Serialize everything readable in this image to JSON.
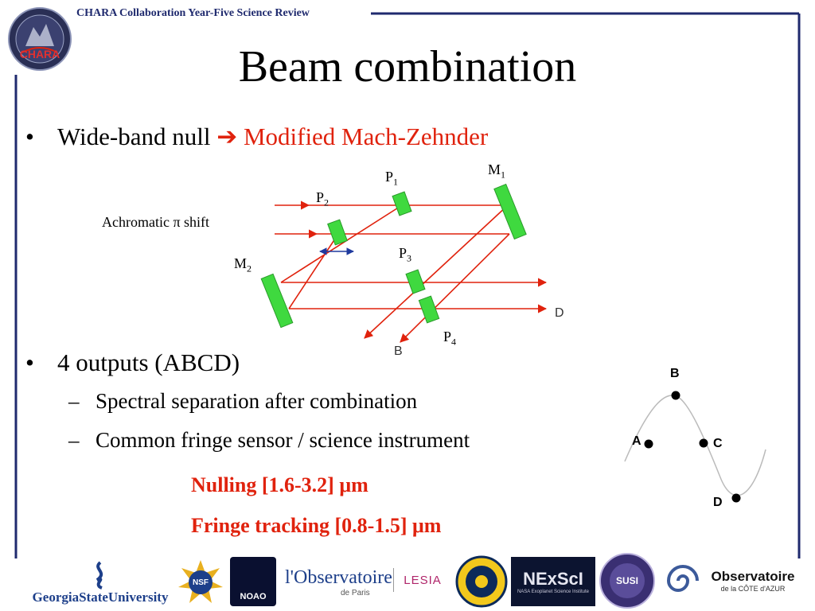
{
  "header": {
    "text": "CHARA Collaboration Year-Five Science Review",
    "logo_text": "CHARA"
  },
  "title": "Beam combination",
  "bullets": [
    {
      "text": "Wide-band null",
      "arrow": "➔",
      "highlight": "Modified Mach-Zehnder"
    },
    {
      "text": "4 outputs (ABCD)"
    }
  ],
  "subbullets": [
    "Spectral separation after combination",
    "Common fringe sensor / science instrument"
  ],
  "notes": {
    "nulling": "Nulling [1.6-3.2] μm",
    "fringe": "Fringe tracking [0.8-1.5] μm"
  },
  "diagram": {
    "achromatic": "Achromatic π shift",
    "labels": {
      "P1": {
        "main": "P",
        "sub": "1"
      },
      "P2": {
        "main": "P",
        "sub": "2"
      },
      "P3": {
        "main": "P",
        "sub": "3"
      },
      "P4": {
        "main": "P",
        "sub": "4"
      },
      "M1": {
        "main": "M",
        "sub": "1"
      },
      "M2": {
        "main": "M",
        "sub": "2"
      }
    },
    "outputs": {
      "B": "B",
      "D": "D"
    },
    "colors": {
      "beam": "#e0220d",
      "optic": "#3fd93f",
      "arrow": "#1f3a9e"
    }
  },
  "abcd": {
    "A": "A",
    "B": "B",
    "C": "C",
    "D": "D"
  },
  "footer": {
    "logos": [
      {
        "name": "georgia-state",
        "text": "GeorgiaStateUniversity"
      },
      {
        "name": "nsf",
        "text": "NSF"
      },
      {
        "name": "noao",
        "text": "NOAO"
      },
      {
        "name": "observatoire-paris",
        "text": "l'Observatoire",
        "sub": "de Paris"
      },
      {
        "name": "lesia",
        "text": "LESIA"
      },
      {
        "name": "michigan",
        "text": ""
      },
      {
        "name": "nexsci",
        "text": "NExScI",
        "sub": "NASA Exoplanet Science Institute"
      },
      {
        "name": "susi",
        "text": "SUSI"
      },
      {
        "name": "cote-azur",
        "text": "Observatoire",
        "sub": "de la CÔTE d'AZUR"
      }
    ]
  }
}
